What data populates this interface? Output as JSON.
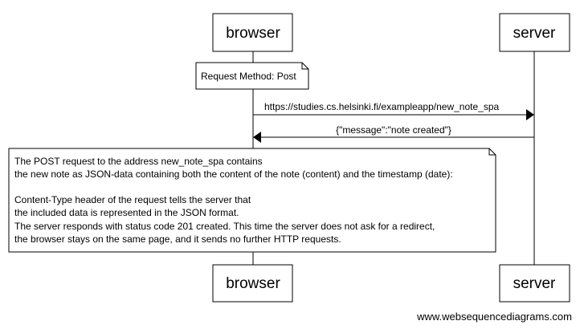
{
  "participants": {
    "browser": "browser",
    "server": "server"
  },
  "notes": {
    "method": "Request Method: Post",
    "explanation": [
      "The POST request to the address new_note_spa contains",
      "the new note as JSON-data containing both the content of the note (content) and the timestamp (date):",
      "",
      "Content-Type header of the request tells the server that",
      "the included data is represented in the JSON format.",
      "The server responds with status code 201 created. This time the server does not ask for a redirect,",
      "the browser stays on the same page, and it sends no further HTTP requests."
    ]
  },
  "messages": {
    "request": "https://studies.cs.helsinki.fi/exampleapp/new_note_spa",
    "response": "{\"message\":\"note created\"}"
  },
  "footer": "www.websequencediagrams.com"
}
